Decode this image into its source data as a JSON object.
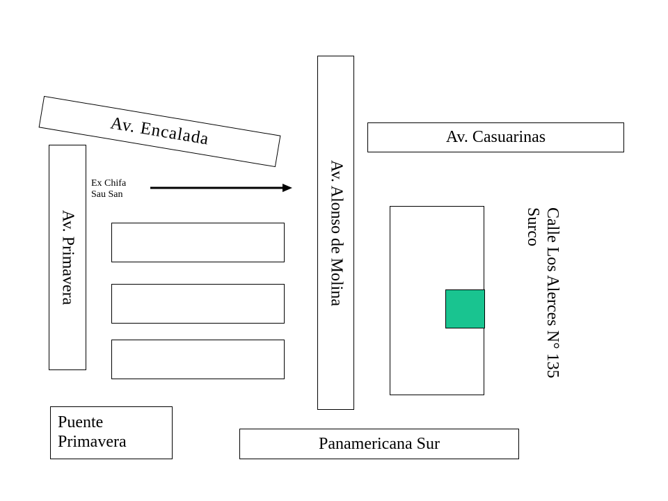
{
  "streets": {
    "encalada": "Av. Encalada",
    "primavera": "Av. Primavera",
    "alonso_de_molina": "Av. Alonso de Molina",
    "casuarinas": "Av. Casuarinas",
    "panamericana": "Panamericana Sur"
  },
  "landmarks": {
    "chifa_line1": "Ex Chifa",
    "chifa_line2": "Sau San",
    "puente_line1": "Puente",
    "puente_line2": "Primavera"
  },
  "address": {
    "line1": "Calle Los Alerces N° 135",
    "line2": "Surco"
  },
  "colors": {
    "destination": "#19c490",
    "lines": "#000000",
    "background": "#ffffff"
  }
}
